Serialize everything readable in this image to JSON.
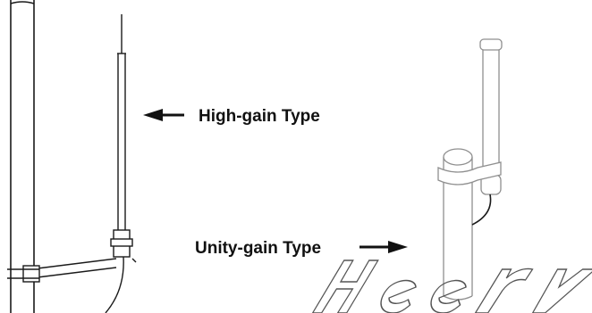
{
  "labels": {
    "high_gain": "High-gain Type",
    "unity_gain": "Unity-gain Type"
  },
  "watermark_text": "HEERY",
  "colors": {
    "line": "#1a1a1a",
    "light_line": "#9a9a9a",
    "background": "#ffffff"
  }
}
